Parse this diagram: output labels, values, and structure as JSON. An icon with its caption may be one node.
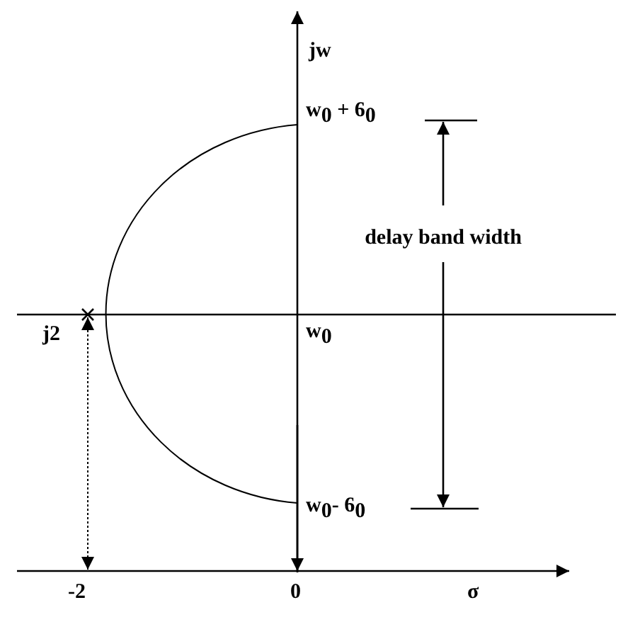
{
  "diagram": {
    "labels": [
      "jw",
      "w$_{0}$ + 6$_{0}$",
      "delay band width",
      "j2",
      "w$_{0}$",
      "w$_{0}$- 6$_{0}$",
      "-2",
      "0",
      "σ"
    ]
  }
}
